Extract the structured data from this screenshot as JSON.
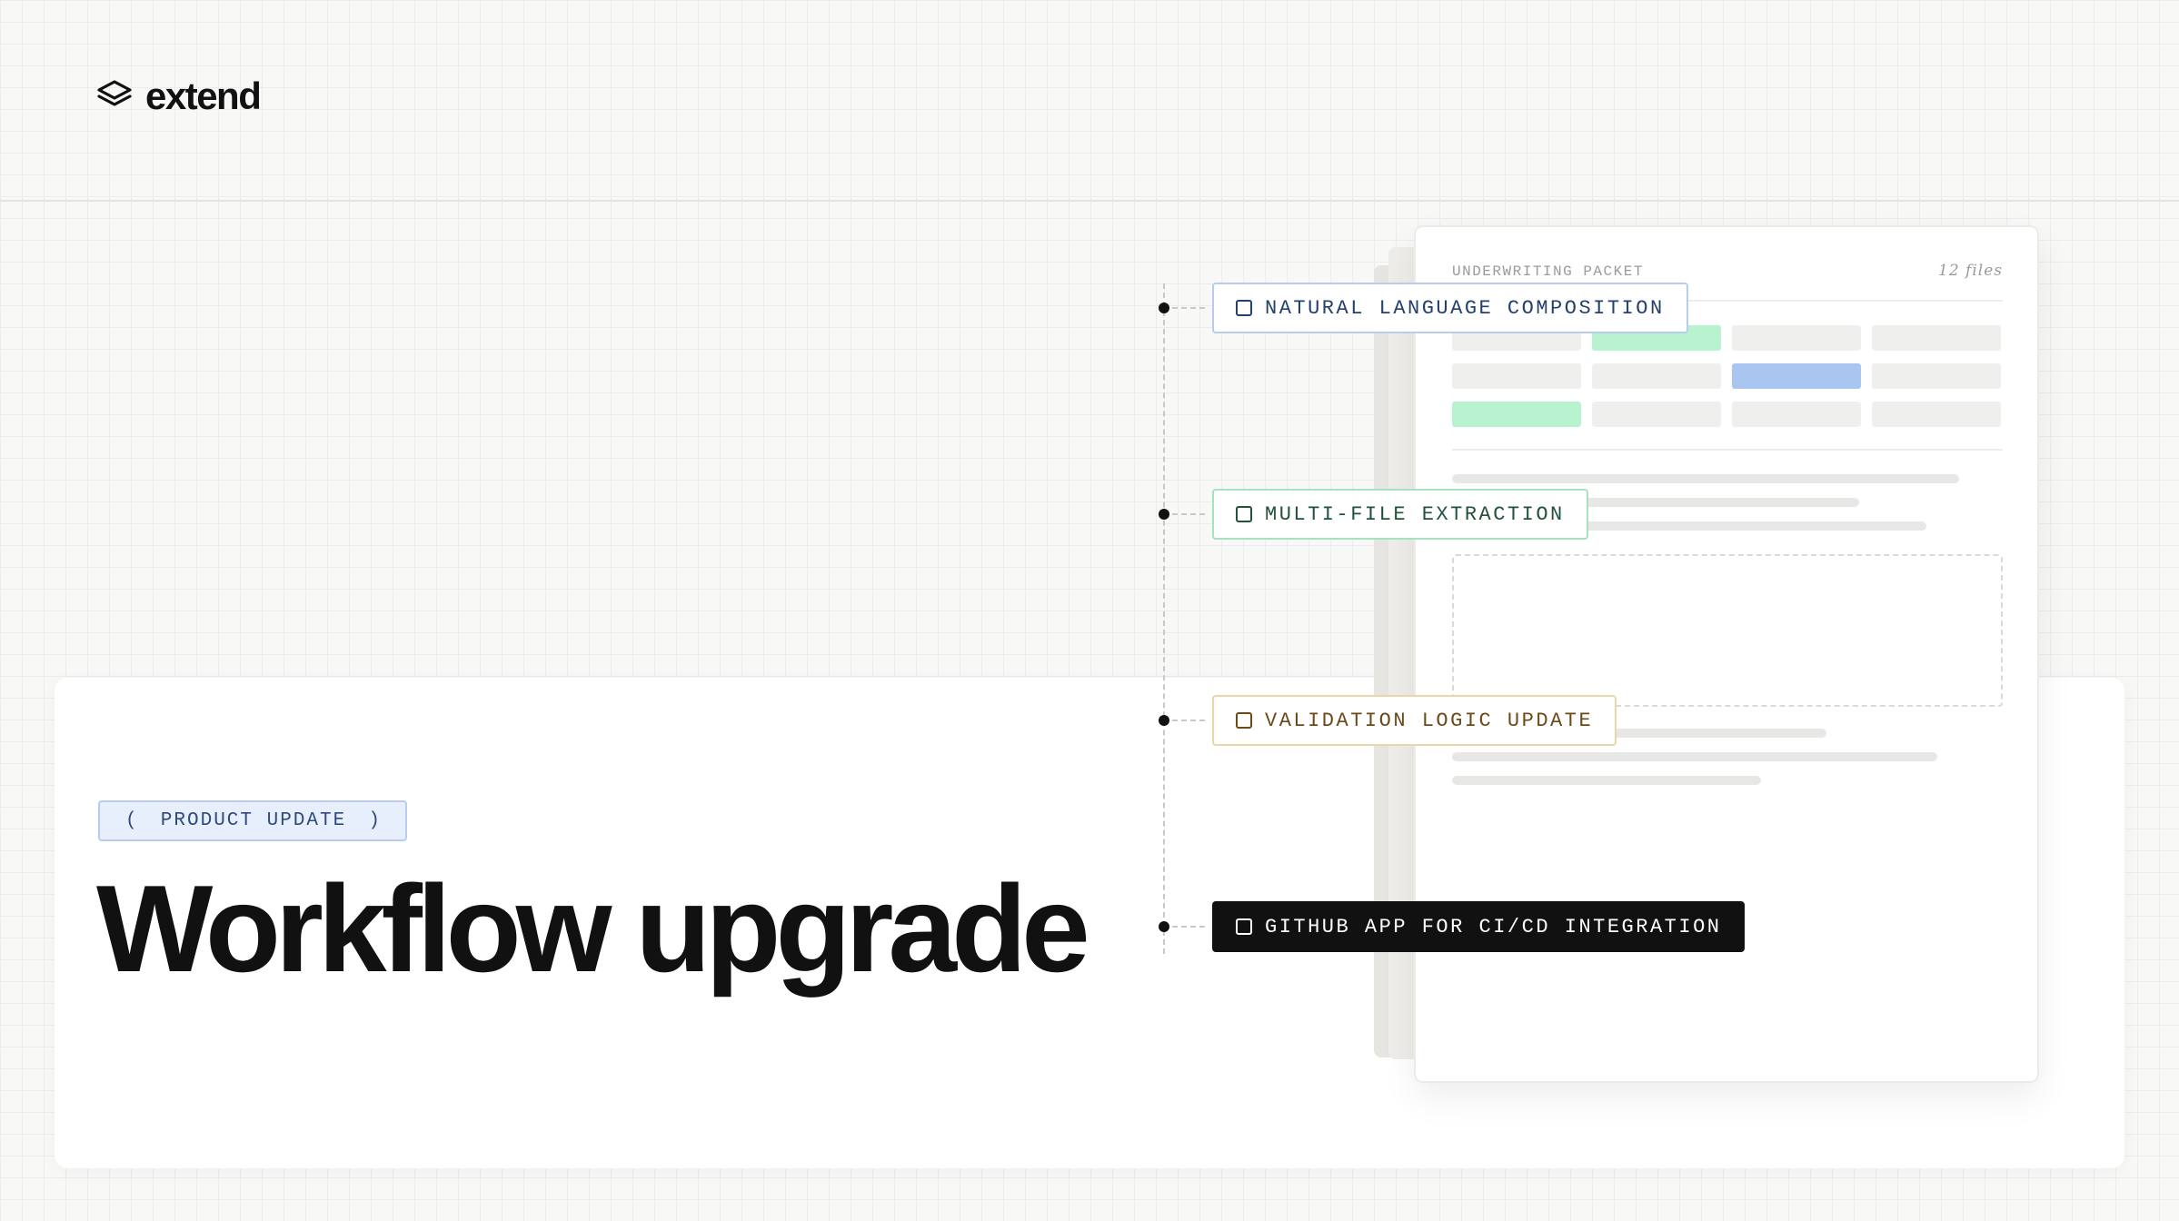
{
  "brand": {
    "name": "extend"
  },
  "badge": {
    "open": "(",
    "label": "PRODUCT UPDATE",
    "close": ")"
  },
  "headline": "Workflow upgrade",
  "document": {
    "title": "UNDERWRITING PACKET",
    "count": "12 files"
  },
  "features": [
    {
      "label": "NATURAL LANGUAGE COMPOSITION",
      "style": "blue"
    },
    {
      "label": "MULTI-FILE EXTRACTION",
      "style": "green"
    },
    {
      "label": "VALIDATION LOGIC UPDATE",
      "style": "amber"
    },
    {
      "label": "GITHUB APP FOR CI/CD INTEGRATION",
      "style": "dark"
    }
  ],
  "colors": {
    "background": "#f8f8f7",
    "highlight_green": "#b9f2cf",
    "highlight_blue": "#a9c6f0",
    "text": "#111111"
  }
}
